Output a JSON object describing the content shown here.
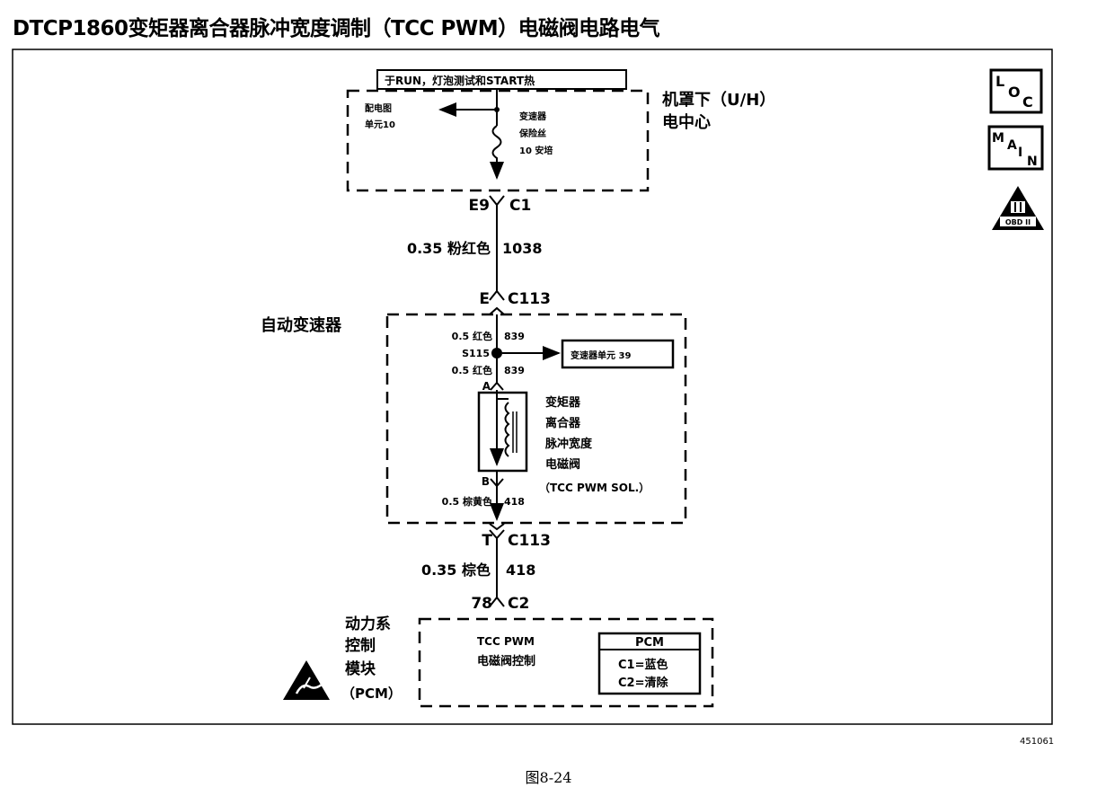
{
  "title": "DTCP1860变矩器离合器脉冲宽度调制（TCC PWM）电磁阀电路电气",
  "caption": "图8-24",
  "doc_id": "451061",
  "icons": {
    "loc_letters": [
      "L",
      "O",
      "C"
    ],
    "main_letters": [
      "M",
      "A",
      "I",
      "N"
    ],
    "obd_label": "OBD II"
  },
  "power_note": "于RUN，灯泡测试和START热",
  "underhood": {
    "name_line1": "机罩下（U/H）",
    "name_line2": "电中心",
    "to_distribution": [
      "配电图",
      "单元10"
    ],
    "fuse_label": [
      "变速器",
      "保险丝",
      "10 安培"
    ]
  },
  "conn_top": {
    "pin_left": "E9",
    "pin_right": "C1"
  },
  "wire_1": {
    "gauge_color": "0.35 粉红色",
    "circuit": "1038"
  },
  "conn_c113_top": {
    "pin_left": "E",
    "pin_right": "C113"
  },
  "transmission": {
    "name": "自动变速器",
    "wire_upper": {
      "gauge_color": "0.5 红色",
      "circuit": "839"
    },
    "splice": "S115",
    "wire_lower": {
      "gauge_color": "0.5 红色",
      "circuit": "839"
    },
    "trans_ref": "变速器单元 39",
    "pin_a": "A",
    "pin_b": "B",
    "solenoid_label": [
      "变矩器",
      "离合器",
      "脉冲宽度",
      "电磁阀",
      "（TCC PWM SOL.）"
    ],
    "wire_bottom": {
      "gauge_color": "0.5 棕黄色",
      "circuit": "418"
    }
  },
  "conn_c113_bot": {
    "pin_left": "T",
    "pin_right": "C113"
  },
  "wire_2": {
    "gauge_color": "0.35 棕色",
    "circuit": "418"
  },
  "conn_c2": {
    "pin_left": "78",
    "pin_right": "C2"
  },
  "pcm": {
    "name": [
      "动力系",
      "控制",
      "模块",
      "（PCM）"
    ],
    "function": [
      "TCC PWM",
      "电磁阀控制"
    ],
    "legend_title": "PCM",
    "legend_items": [
      "C1=蓝色",
      "C2=清除"
    ]
  }
}
